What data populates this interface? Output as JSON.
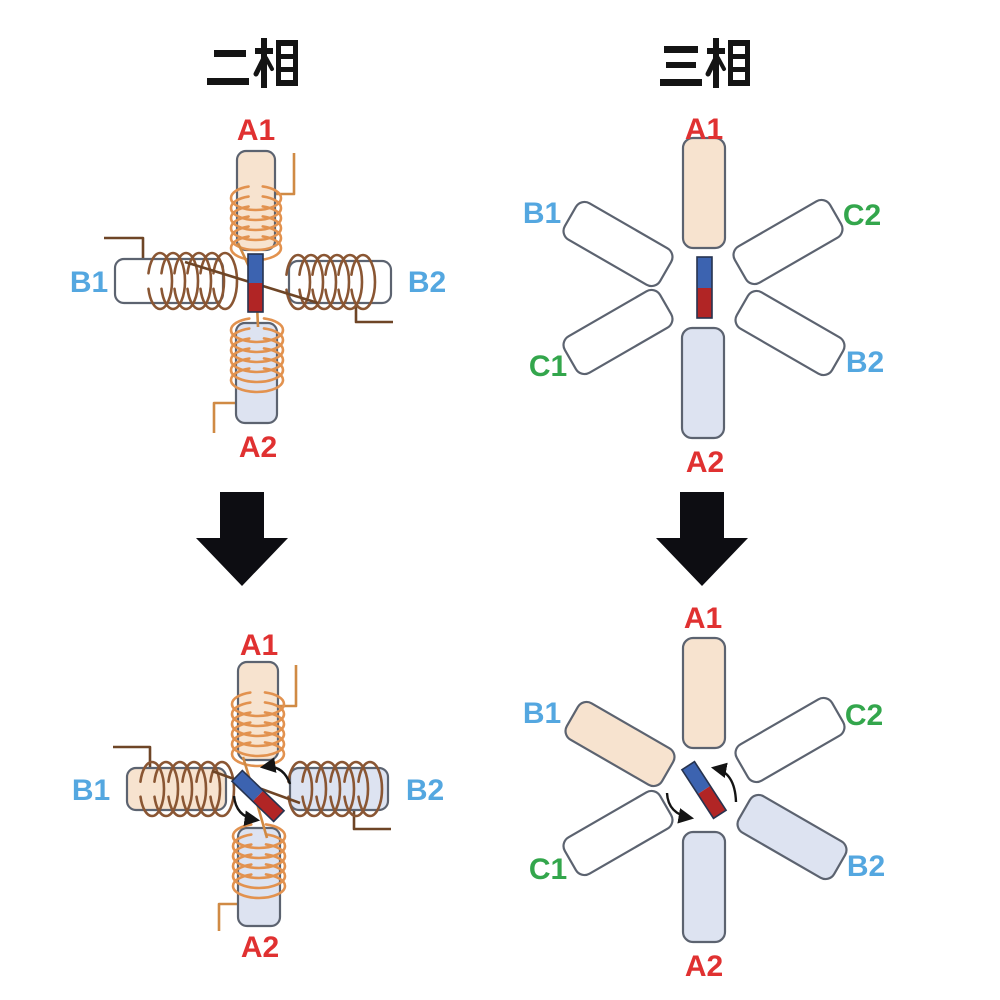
{
  "titles": {
    "two_phase": "二相",
    "three_phase": "三相"
  },
  "phase_labels": {
    "a1": "A1",
    "a2": "A2",
    "b1": "B1",
    "b2": "B2",
    "c1": "C1",
    "c2": "C2"
  },
  "colors": {
    "background": "#ffffff",
    "title_text": "#141414",
    "phase_a_label": "#e03131",
    "phase_b_label": "#54a7e0",
    "phase_c_label": "#33a64c",
    "pole_outline": "#5c6370",
    "pole_fill_north": "#f7e3cf",
    "pole_fill_south": "#dde3f1",
    "pole_fill_inactive": "#ffffff",
    "magnet_south_blue": "#3c63b0",
    "magnet_north_red": "#b12525",
    "winding_phase_a": "#e2924f",
    "winding_phase_b": "#8a5633",
    "arrow_black": "#0d0d12"
  },
  "icons": {
    "transition_arrow": "big black downward arrow between initial and rotated state",
    "rotation_arrow": "thin curved counter-clockwise arrows around rotor"
  },
  "pole_states": {
    "two_phase_initial": {
      "a1": "north",
      "b1": "off",
      "b2": "off",
      "a2": "south"
    },
    "two_phase_rotated": {
      "a1": "north",
      "b1": "north",
      "b2": "south",
      "a2": "south"
    },
    "three_phase_initial": {
      "a1": "north",
      "b1": "off",
      "c2": "off",
      "c1": "off",
      "b2": "off",
      "a2": "south"
    },
    "three_phase_rotated": {
      "a1": "north",
      "b1": "north",
      "c2": "off",
      "c1": "off",
      "b2": "south",
      "a2": "south"
    }
  },
  "rotor": {
    "angles_deg": {
      "two_phase_initial": 0,
      "two_phase_rotated": -45,
      "three_phase_initial": 0,
      "three_phase_rotated": -33
    },
    "rotation_direction": "counter-clockwise"
  }
}
